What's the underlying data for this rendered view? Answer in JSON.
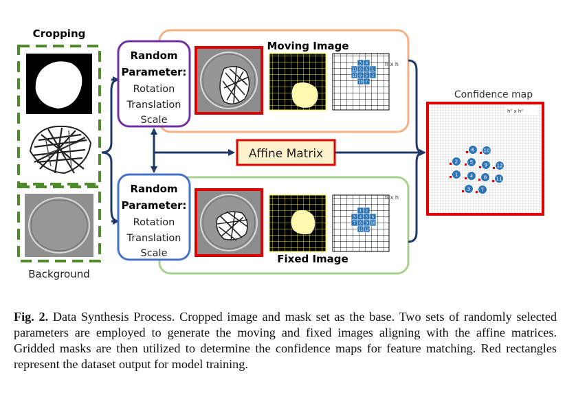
{
  "labels": {
    "cropping": "Cropping",
    "background": "Background",
    "moving_image": "Moving Image",
    "fixed_image": "Fixed Image",
    "confidence_map": "Confidence map",
    "affine_matrix": "Affine Matrix",
    "grid_size": "h x h",
    "conf_size": "h² x h²"
  },
  "random_param_top": {
    "title_line1": "Random",
    "title_line2": "Parameter:",
    "items": [
      "Rotation",
      "Translation",
      "Scale"
    ]
  },
  "random_param_bottom": {
    "title_line1": "Random",
    "title_line2": "Parameter:",
    "items": [
      "Rotation",
      "Translation",
      "Scale"
    ]
  },
  "moving_grid_numbers": [
    "3",
    "4",
    "11",
    "8",
    "6",
    "1",
    "12",
    "9",
    "5",
    "2",
    "10",
    "7"
  ],
  "fixed_grid_numbers": [
    "1",
    "2",
    "3",
    "4",
    "5",
    "6",
    "7",
    "8",
    "9",
    "10",
    "11",
    "12"
  ],
  "confidence_points": [
    "6",
    "10",
    "2",
    "5",
    "9",
    "12",
    "1",
    "4",
    "8",
    "11",
    "3",
    "7"
  ],
  "caption": {
    "label": "Fig. 2.",
    "text": "Data Synthesis Process. Cropped image and mask set as the base. Two sets of randomly selected parameters are employed to generate the moving and fixed images aligning with the affine matrices. Gridded masks are then utilized to determine the confidence maps for feature matching. Red rectangles represent the dataset output for model training."
  },
  "colors": {
    "green_dash": "#4e8a2c",
    "orange_box": "#f4b183",
    "green_box": "#a9d18e",
    "purple_box": "#7030a0",
    "blue_box": "#4472c4",
    "red_frame": "#e00000",
    "navy_arrow": "#1f3864",
    "affine_fill": "#fff2cc",
    "cell_blue": "#2e75b6",
    "mask_yellow": "#fff9b0"
  }
}
